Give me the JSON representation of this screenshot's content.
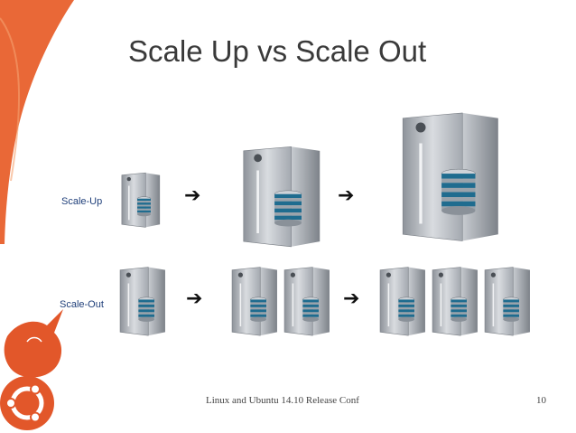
{
  "slide": {
    "title": "Scale Up vs Scale Out",
    "footer": "Linux and Ubuntu 14.10 Release Conf",
    "page_number": "10"
  },
  "rows": {
    "scale_up": {
      "label": "Scale-Up"
    },
    "scale_out": {
      "label": "Scale-Out"
    }
  },
  "icons": {
    "arrow": "➔",
    "server": "server-icon",
    "database": "database-icon",
    "ubuntu_logo": "ubuntu-logo-icon",
    "unicorn": "unicorn-icon"
  },
  "colors": {
    "accent": "#e2572a",
    "title": "#3a3a3a",
    "label": "#1f3f7a"
  }
}
